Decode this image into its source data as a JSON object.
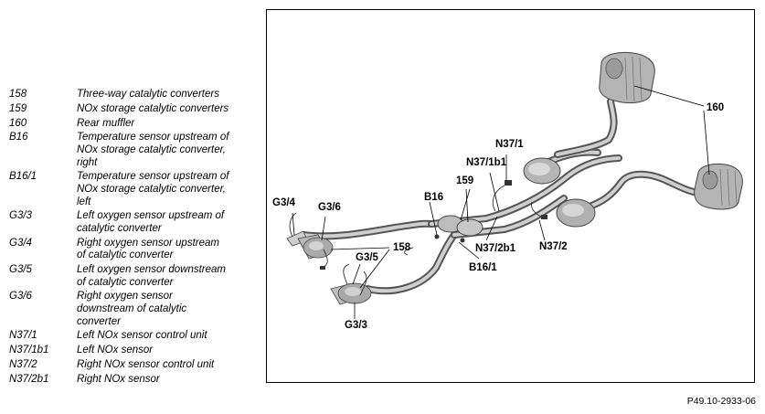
{
  "legend": [
    {
      "code": "158",
      "desc": [
        "Three-way catalytic converters"
      ]
    },
    {
      "code": "159",
      "desc": [
        "NOx storage catalytic converters"
      ]
    },
    {
      "code": "160",
      "desc": [
        "Rear muffler"
      ]
    },
    {
      "code": "B16",
      "desc": [
        "Temperature sensor upstream of",
        "NOx storage catalytic converter,",
        "right"
      ]
    },
    {
      "code": "B16/1",
      "desc": [
        "Temperature sensor upstream of",
        "NOx storage catalytic converter,",
        "left"
      ]
    },
    {
      "code": "G3/3",
      "desc": [
        "Left oxygen sensor upstream of",
        "catalytic converter"
      ]
    },
    {
      "code": "G3/4",
      "desc": [
        "Right oxygen sensor upstream",
        "of catalytic converter"
      ]
    },
    {
      "code": "G3/5",
      "desc": [
        "Left oxygen sensor downstream",
        "of catalytic converter"
      ]
    },
    {
      "code": "G3/6",
      "desc": [
        "Right oxygen sensor",
        "downstream of catalytic",
        "converter"
      ]
    },
    {
      "code": "N37/1",
      "desc": [
        "Left NOx sensor control unit"
      ]
    },
    {
      "code": "N37/1b1",
      "desc": [
        "Left NOx sensor"
      ]
    },
    {
      "code": "N37/2",
      "desc": [
        "Right NOx sensor control unit"
      ]
    },
    {
      "code": "N37/2b1",
      "desc": [
        "Right NOx sensor"
      ]
    }
  ],
  "callouts": {
    "c160": "160",
    "cN37_1": "N37/1",
    "cN37_1b1": "N37/1b1",
    "c159": "159",
    "cB16": "B16",
    "cG3_4": "G3/4",
    "cG3_6": "G3/6",
    "c158": "158",
    "cG3_5": "G3/5",
    "cN37_2b1": "N37/2b1",
    "cN37_2": "N37/2",
    "cB16_1": "B16/1",
    "cG3_3": "G3/3"
  },
  "reference": "P49.10-2933-06"
}
